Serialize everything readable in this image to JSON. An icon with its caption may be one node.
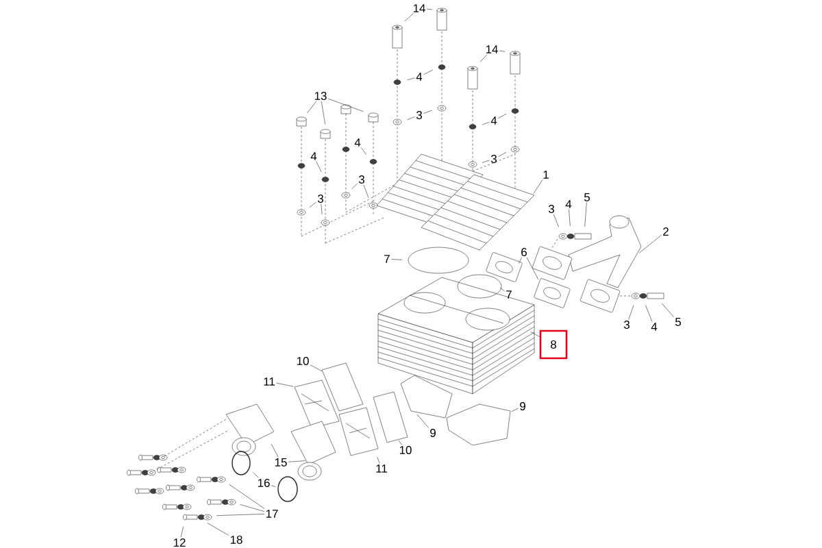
{
  "diagram": {
    "nodes": [
      {
        "text": [
          "14"
        ]
      },
      {
        "text": [
          "14"
        ]
      },
      {
        "text": [
          "4"
        ]
      },
      {
        "text": [
          "13"
        ]
      },
      {
        "text": [
          "3"
        ]
      },
      {
        "text": [
          "4"
        ]
      },
      {
        "text": [
          "4"
        ]
      },
      {
        "text": [
          "3"
        ]
      },
      {
        "text": [
          "4"
        ]
      },
      {
        "text": [
          "3"
        ]
      },
      {
        "text": [
          "1"
        ]
      },
      {
        "text": [
          "3"
        ]
      },
      {
        "text": [
          "3"
        ]
      },
      {
        "text": [
          "4"
        ]
      },
      {
        "text": [
          "5"
        ]
      },
      {
        "text": [
          "2"
        ]
      },
      {
        "text": [
          "6"
        ]
      },
      {
        "text": [
          "7"
        ]
      },
      {
        "text": [
          "7"
        ]
      },
      {
        "text": [
          "3"
        ]
      },
      {
        "text": [
          "4"
        ]
      },
      {
        "text": [
          "5"
        ]
      },
      {
        "text": [
          "8"
        ]
      },
      {
        "text": [
          "10"
        ]
      },
      {
        "text": [
          "11"
        ]
      },
      {
        "text": [
          "9"
        ]
      },
      {
        "text": [
          "9"
        ]
      },
      {
        "text": [
          "10"
        ]
      },
      {
        "text": [
          "15"
        ]
      },
      {
        "text": [
          "11"
        ]
      },
      {
        "text": [
          "16"
        ]
      },
      {
        "text": [
          "17"
        ]
      },
      {
        "text": [
          "18"
        ]
      },
      {
        "text": [
          "12"
        ]
      }
    ],
    "edges": [
      {
        "from": 0,
        "to": null,
        "arrow": "none"
      },
      {
        "from": 0,
        "to": null,
        "arrow": "none"
      },
      {
        "from": 1,
        "to": null,
        "arrow": "none"
      },
      {
        "from": 1,
        "to": null,
        "arrow": "none"
      },
      {
        "from": 2,
        "to": null,
        "arrow": "none"
      },
      {
        "from": 2,
        "to": null,
        "arrow": "none"
      },
      {
        "from": 3,
        "to": null,
        "arrow": "none"
      },
      {
        "from": 3,
        "to": null,
        "arrow": "none"
      },
      {
        "from": 3,
        "to": null,
        "arrow": "none"
      },
      {
        "from": 4,
        "to": null,
        "arrow": "none"
      },
      {
        "from": 4,
        "to": null,
        "arrow": "none"
      },
      {
        "from": 5,
        "to": null,
        "arrow": "none"
      },
      {
        "from": 5,
        "to": null,
        "arrow": "none"
      },
      {
        "from": 6,
        "to": null,
        "arrow": "none"
      },
      {
        "from": 7,
        "to": null,
        "arrow": "none"
      },
      {
        "from": 7,
        "to": null,
        "arrow": "none"
      },
      {
        "from": 8,
        "to": null,
        "arrow": "none"
      },
      {
        "from": 9,
        "to": null,
        "arrow": "none"
      },
      {
        "from": 9,
        "to": null,
        "arrow": "none"
      },
      {
        "from": 10,
        "to": null,
        "arrow": "none"
      },
      {
        "from": 11,
        "to": null,
        "arrow": "none"
      },
      {
        "from": 11,
        "to": null,
        "arrow": "none"
      },
      {
        "from": 12,
        "to": null,
        "arrow": "none"
      },
      {
        "from": 13,
        "to": null,
        "arrow": "none"
      },
      {
        "from": 14,
        "to": null,
        "arrow": "none"
      },
      {
        "from": 15,
        "to": null,
        "arrow": "none"
      },
      {
        "from": 16,
        "to": null,
        "arrow": "none"
      },
      {
        "from": 16,
        "to": null,
        "arrow": "none"
      },
      {
        "from": 17,
        "to": null,
        "arrow": "none"
      },
      {
        "from": 18,
        "to": null,
        "arrow": "none"
      },
      {
        "from": 19,
        "to": null,
        "arrow": "none"
      },
      {
        "from": 20,
        "to": null,
        "arrow": "none"
      },
      {
        "from": 21,
        "to": null,
        "arrow": "none"
      },
      {
        "from": 22,
        "to": null,
        "arrow": "none"
      },
      {
        "from": 23,
        "to": null,
        "arrow": "none"
      },
      {
        "from": 24,
        "to": null,
        "arrow": "none"
      },
      {
        "from": 25,
        "to": null,
        "arrow": "none"
      },
      {
        "from": 26,
        "to": null,
        "arrow": "none"
      },
      {
        "from": 27,
        "to": null,
        "arrow": "none"
      },
      {
        "from": 28,
        "to": null,
        "arrow": "none"
      },
      {
        "from": 28,
        "to": null,
        "arrow": "none"
      },
      {
        "from": 29,
        "to": null,
        "arrow": "none"
      },
      {
        "from": 30,
        "to": null,
        "arrow": "none"
      },
      {
        "from": 30,
        "to": null,
        "arrow": "none"
      },
      {
        "from": 31,
        "to": null,
        "arrow": "none"
      },
      {
        "from": 31,
        "to": null,
        "arrow": "none"
      },
      {
        "from": 31,
        "to": null,
        "arrow": "none"
      },
      {
        "from": 32,
        "to": null,
        "arrow": "none"
      },
      {
        "from": 33,
        "to": null,
        "arrow": "none"
      }
    ]
  }
}
